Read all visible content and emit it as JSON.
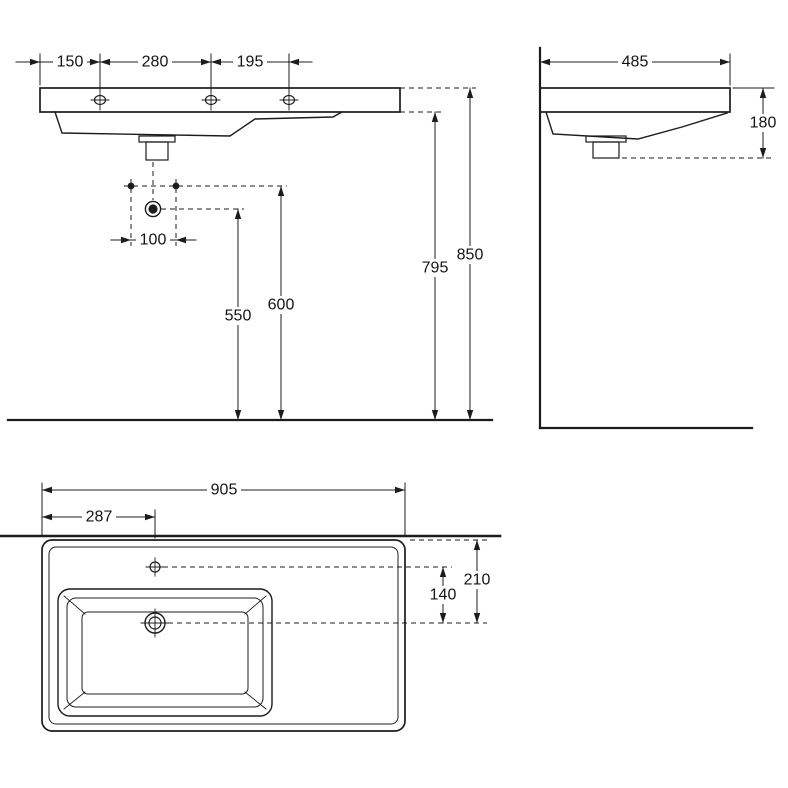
{
  "drawing": {
    "kind": "washbasin-technical-drawing",
    "background": "#ffffff",
    "line_color": "#1c1c1c",
    "views": {
      "front": "front-view",
      "side": "side-view",
      "plan": "plan-view"
    }
  },
  "dims": {
    "front": {
      "left_edge_to_tap1": "150",
      "tap1_to_tap2": "280",
      "tap2_to_tap3": "195",
      "fixing_hole_spacing": "100",
      "drain_height": "550",
      "fixing_hole_height": "600",
      "underside_height": "795",
      "rim_height": "850"
    },
    "side": {
      "depth": "485",
      "apron_height": "180"
    },
    "plan": {
      "width": "905",
      "left_edge_to_drain": "287",
      "tap_to_drain": "140",
      "back_to_drain": "210"
    }
  }
}
